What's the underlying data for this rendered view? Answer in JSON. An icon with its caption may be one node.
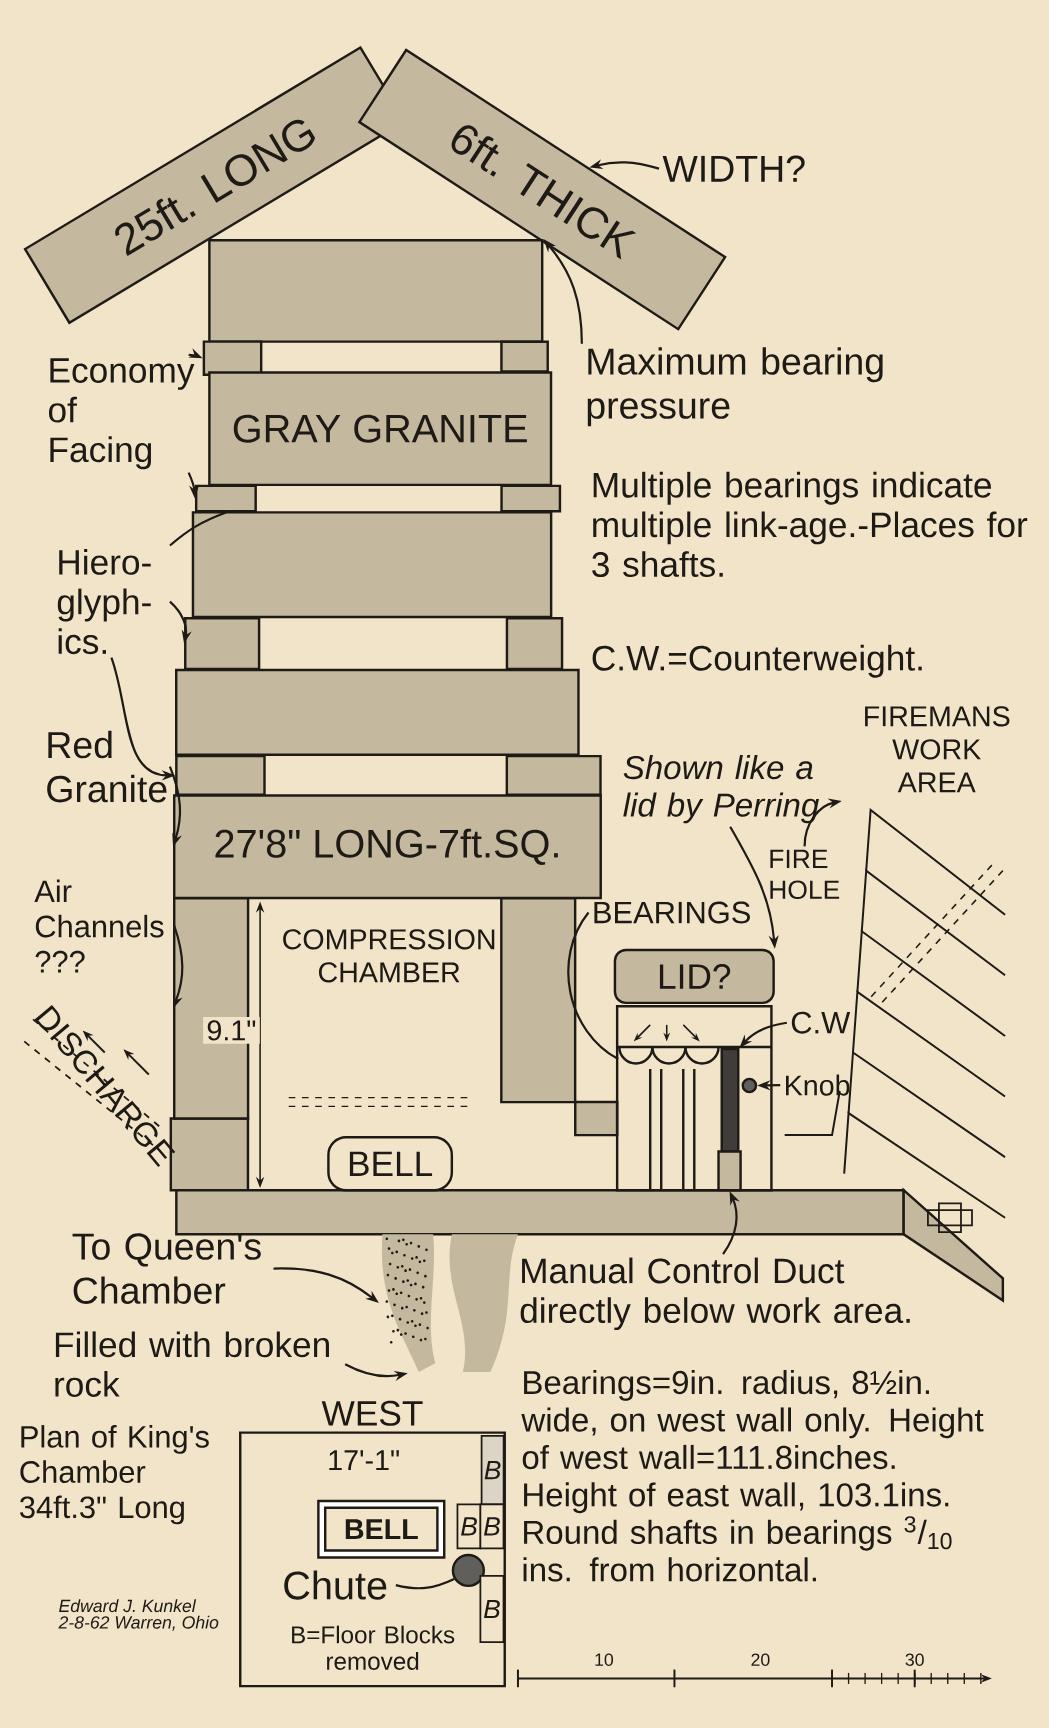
{
  "diagram": {
    "nodes": [
      {
        "text": [
          "25ft. LONG"
        ]
      },
      {
        "text": [
          "6ft. THICK"
        ]
      },
      {
        "text": [],
        "shape": "box"
      },
      {
        "text": [],
        "shape": "box"
      },
      {
        "text": [],
        "shape": "box"
      },
      {
        "text": [
          "GRAY GRANITE"
        ]
      },
      {
        "text": [],
        "shape": "box"
      },
      {
        "text": [],
        "shape": "box"
      },
      {
        "text": [],
        "shape": "box"
      },
      {
        "text": [],
        "shape": "box"
      },
      {
        "text": [],
        "shape": "box"
      },
      {
        "text": [],
        "shape": "box"
      },
      {
        "text": [],
        "shape": "box"
      },
      {
        "text": [],
        "shape": "box"
      },
      {
        "text": [
          "27'8\" LONG-7ft.SQ."
        ]
      },
      {
        "text": [],
        "shape": "box"
      },
      {
        "text": [],
        "shape": "box"
      },
      {
        "text": [
          "COMPRESSION CHAMBER"
        ]
      },
      {
        "text": [
          "BELL"
        ]
      },
      {
        "text": [
          "LID?"
        ]
      },
      {
        "text": [],
        "shape": "picture"
      },
      {
        "text": [],
        "shape": "bar"
      },
      {
        "text": [],
        "shape": "circle"
      },
      {
        "text": [],
        "shape": "box"
      },
      {
        "text": [],
        "shape": "picture"
      },
      {
        "text": [],
        "shape": "picture",
        "beside": [
          "FIREMANS WORK AREA"
        ]
      },
      {
        "text": [
          "WIDTH?"
        ]
      },
      {
        "text": [
          "Maximum bearing pressure"
        ]
      },
      {
        "text": [
          "Economy of Facing"
        ]
      },
      {
        "text": [
          "Hiero- glyph- ics."
        ]
      },
      {
        "text": [
          "Red Granite"
        ]
      },
      {
        "text": [
          "Air Channels ???"
        ]
      },
      {
        "text": [
          "BEARINGS"
        ]
      },
      {
        "text": [
          "Shown like a lid by Perring"
        ]
      },
      {
        "text": [
          "FIRE HOLE"
        ]
      },
      {
        "text": [
          "C.W"
        ]
      },
      {
        "text": [
          "Knob"
        ]
      },
      {
        "text": [
          "Manual Control Duct directly below work area."
        ]
      },
      {
        "text": [
          "To Queen's Chamber"
        ]
      },
      {
        "text": [
          "Filled with broken rock"
        ]
      },
      {
        "text": [
          "WEST"
        ]
      },
      {
        "text": [
          "BELL"
        ],
        "in": 40
      },
      {
        "text": [
          "B"
        ],
        "in": 40
      },
      {
        "text": [
          "B"
        ],
        "in": 40
      },
      {
        "text": [
          "B"
        ],
        "in": 40
      },
      {
        "text": [],
        "shape": "circle",
        "in": 40
      },
      {
        "text": [
          "B"
        ],
        "in": 40
      },
      {
        "text": [
          "Chute"
        ],
        "in": 40
      }
    ],
    "edges": [
      {
        "from": 26,
        "to": 1,
        "arrow": "to"
      },
      {
        "from": 27,
        "to": 2,
        "arrow": "to"
      },
      {
        "from": 28,
        "to": 3,
        "arrow": "to"
      },
      {
        "from": 28,
        "to": 6,
        "arrow": "to"
      },
      {
        "from": 29,
        "to": 6,
        "arrow": "none"
      },
      {
        "from": 29,
        "to": 9,
        "arrow": "to"
      },
      {
        "from": 29,
        "to": 12,
        "arrow": "to"
      },
      {
        "from": 30,
        "to": 14,
        "arrow": "to"
      },
      {
        "from": 31,
        "to": 15,
        "arrow": "to"
      },
      {
        "from": 32,
        "to": 20,
        "arrow": "none"
      },
      {
        "from": 33,
        "to": 19,
        "arrow": "to"
      },
      {
        "from": 34,
        "to": 25,
        "arrow": "to"
      },
      {
        "from": 35,
        "to": 21,
        "arrow": "to"
      },
      {
        "from": 36,
        "to": 22,
        "arrow": "to"
      },
      {
        "from": 37,
        "to": 23,
        "arrow": "to"
      },
      {
        "from": 38,
        "to": 24,
        "arrow": "to"
      },
      {
        "from": 39,
        "to": 24,
        "arrow": "to"
      },
      {
        "from": 47,
        "to": 45,
        "arrow": "none"
      }
    ],
    "labels": [
      "Multiple bearings indicate multiple link-age.-Places for 3 shafts.",
      "C.W.=Counterweight.",
      "9.1\"",
      "DISCHARGE",
      "17'-1\"",
      "Plan of King's Chamber 34ft.3\" Long",
      "Edward J. Kunkel",
      "2-8-62 Warren, Ohio",
      "B=Floor Blocks removed",
      "Bearings=9in. radius, 8½in. wide, on west wall only. Height of west wall=111.8inches. Height of east wall, 103.1ins. Round shafts in bearings $^{3}$/$_{10}$ ins. from horizontal.",
      "10",
      "20",
      "30"
    ]
  }
}
